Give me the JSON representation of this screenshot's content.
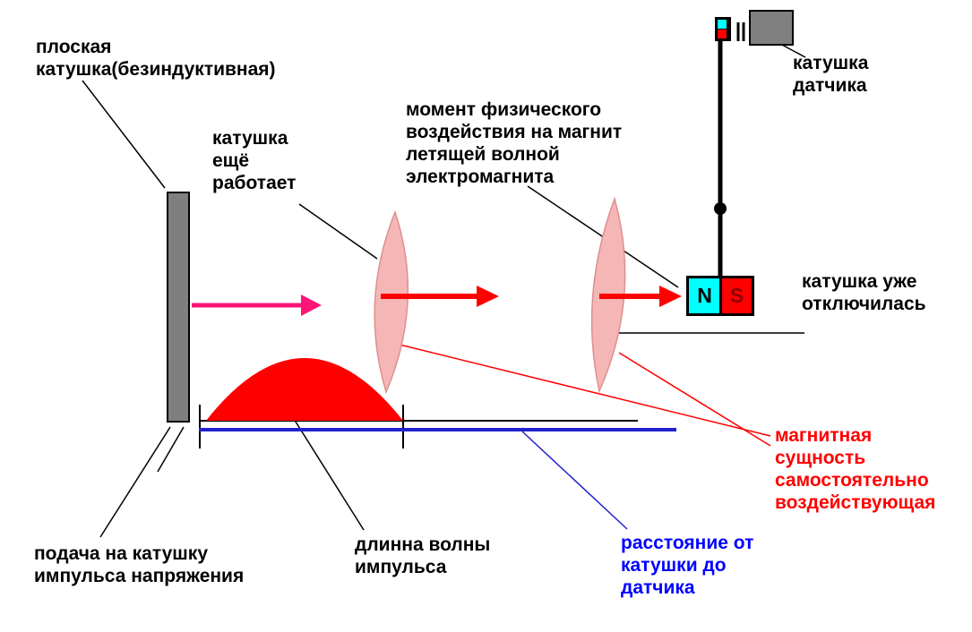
{
  "labels": {
    "flat_coil": "плоская\nкатушка(безиндуктивная)",
    "coil_still_working": "катушка\nещё\nработает",
    "impact_moment": "момент физического\nвоздействия на магнит\nлетящей волной\nэлектромагнита",
    "sensor_coil": "катушка\nдатчика",
    "coil_switched_off": "катушка уже\nотключилась",
    "magnetic_essence": "магнитная\nсущность\nсамостоятельно\nвоздействующая",
    "distance_coil_to_sensor": "расстояние от\nкатушки до\nдатчика",
    "pulse_wavelength": "длинна волны\nимпульса",
    "voltage_pulse_supply": "подача на катушку\nимпульса напряжения"
  },
  "magnet": {
    "north_pole": "N",
    "south_pole": "S"
  },
  "colors": {
    "background": "#FFFFFF",
    "text_default": "#000000",
    "text_red": "#FF0000",
    "text_blue": "#0000FF",
    "coil_gray": "#7F7F7F",
    "sensor_coil_gray": "#808080",
    "magenta_arrow": "#FF1478",
    "red_arrow": "#FF0000",
    "wavefront_pink": "#F5B6B6",
    "pulse_hump_red": "#FF0000",
    "baseline_blue": "#2222CC",
    "magnet_north_cyan": "#00FFFF",
    "magnet_south_red": "#FF0000"
  }
}
